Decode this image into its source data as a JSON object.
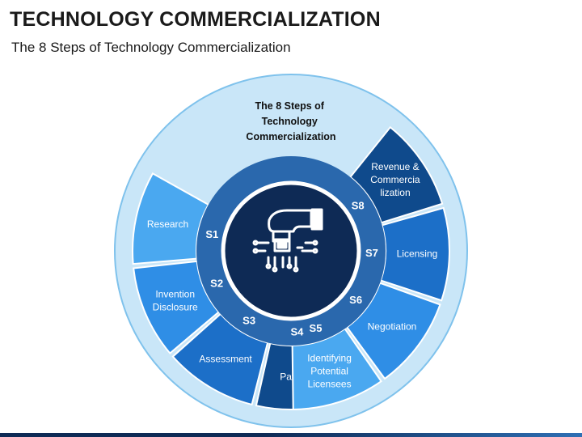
{
  "header": {
    "title": "TECHNOLOGY COMMERCIALIZATION",
    "subtitle": "The 8 Steps of Technology Commercialization"
  },
  "diagram": {
    "center_heading_lines": [
      "The 8 Steps of",
      "Technology",
      "Commercialization"
    ],
    "center_icon": "hand-and-circuit-chip-icon",
    "steps": [
      {
        "code": "S1",
        "label_lines": [
          "Research"
        ],
        "color": "#4aa8f0"
      },
      {
        "code": "S2",
        "label_lines": [
          "Invention",
          "Disclosure"
        ],
        "color": "#2f8ee6"
      },
      {
        "code": "S3",
        "label_lines": [
          "Assessment"
        ],
        "color": "#1c6fc8"
      },
      {
        "code": "S4",
        "label_lines": [
          "Patenting"
        ],
        "color": "#0f4a8c"
      },
      {
        "code": "S5",
        "label_lines": [
          "Identifying",
          "Potential",
          "Licensees"
        ],
        "color": "#4aa8f0"
      },
      {
        "code": "S6",
        "label_lines": [
          "Negotiation"
        ],
        "color": "#2f8ee6"
      },
      {
        "code": "S7",
        "label_lines": [
          "Licensing"
        ],
        "color": "#1c6fc8"
      },
      {
        "code": "S8",
        "label_lines": [
          "Revenue &",
          "Commercia",
          "lization"
        ],
        "color": "#0f4a8c"
      }
    ],
    "colors": {
      "outer_ring": "#c9e6f8",
      "ring_border": "#7fc2ec",
      "inner_ring": "#2a68ad",
      "center_disc": "#0e2a55",
      "text_light": "#ffffff",
      "text_dark": "#111111"
    }
  }
}
